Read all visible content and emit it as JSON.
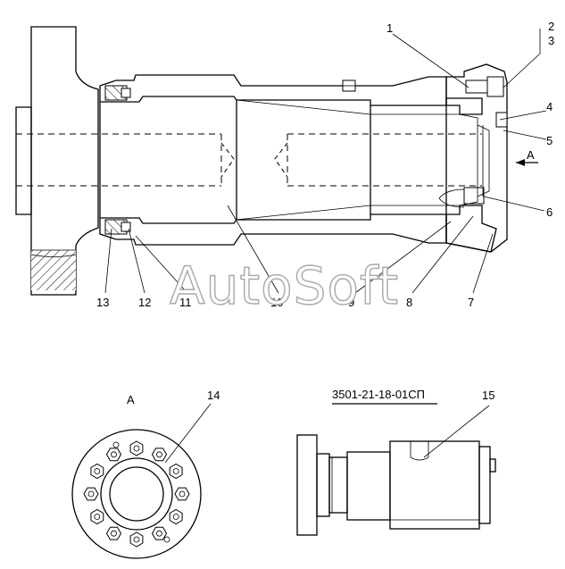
{
  "callouts": {
    "c1": "1",
    "c2": "2",
    "c3": "3",
    "c4": "4",
    "c5": "5",
    "c6": "6",
    "c7": "7",
    "c8": "8",
    "c9": "9",
    "c10": "10",
    "c11": "11",
    "c12": "12",
    "c13": "13",
    "c14": "14",
    "c15": "15"
  },
  "view_label": "A",
  "view_arrow_label": "A",
  "part_number": "3501-21-18-01СП",
  "watermark": "AutoSoft"
}
